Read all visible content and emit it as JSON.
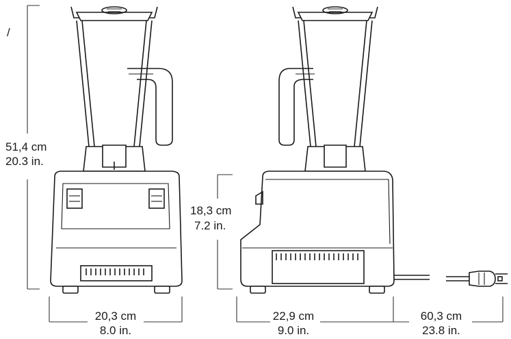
{
  "dimensions": {
    "height_total": {
      "metric": "51,4 cm",
      "imperial": "20.3 in."
    },
    "height_base": {
      "metric": "18,3 cm",
      "imperial": "7.2 in."
    },
    "width_front": {
      "metric": "20,3 cm",
      "imperial": "8.0 in."
    },
    "depth_side": {
      "metric": "22,9 cm",
      "imperial": "9.0 in."
    },
    "cord_length": {
      "metric": "60,3 cm",
      "imperial": "23.8 in."
    }
  },
  "stray_mark": "/"
}
